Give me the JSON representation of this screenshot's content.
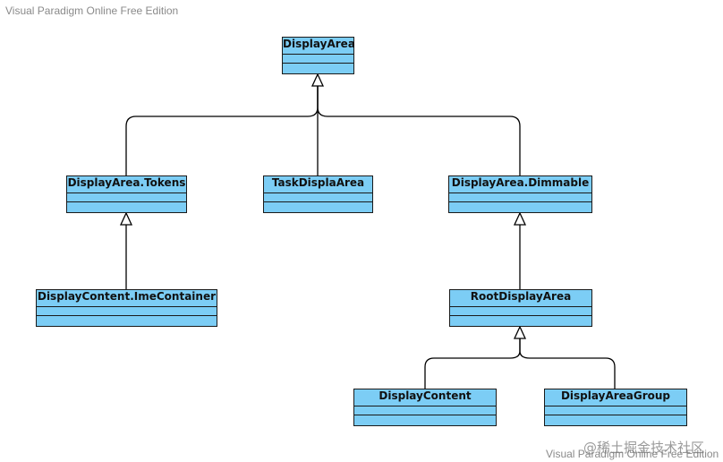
{
  "watermark": {
    "top": "Visual Paradigm Online Free Edition",
    "bottom": "Visual Paradigm Online Free Edition",
    "community": "@稀土掘金技术社区"
  },
  "colors": {
    "class_fill": "#7ccdf5",
    "class_border": "#1a1a1a",
    "edge": "#000000"
  },
  "classes": {
    "display_area": "DisplayArea",
    "tokens": "DisplayArea.Tokens",
    "task": "TaskDisplaArea",
    "dimmable": "DisplayArea.Dimmable",
    "ime_container": "DisplayContent.ImeContainer",
    "root": "RootDisplayArea",
    "display_content": "DisplayContent",
    "display_area_group": "DisplayAreaGroup"
  }
}
